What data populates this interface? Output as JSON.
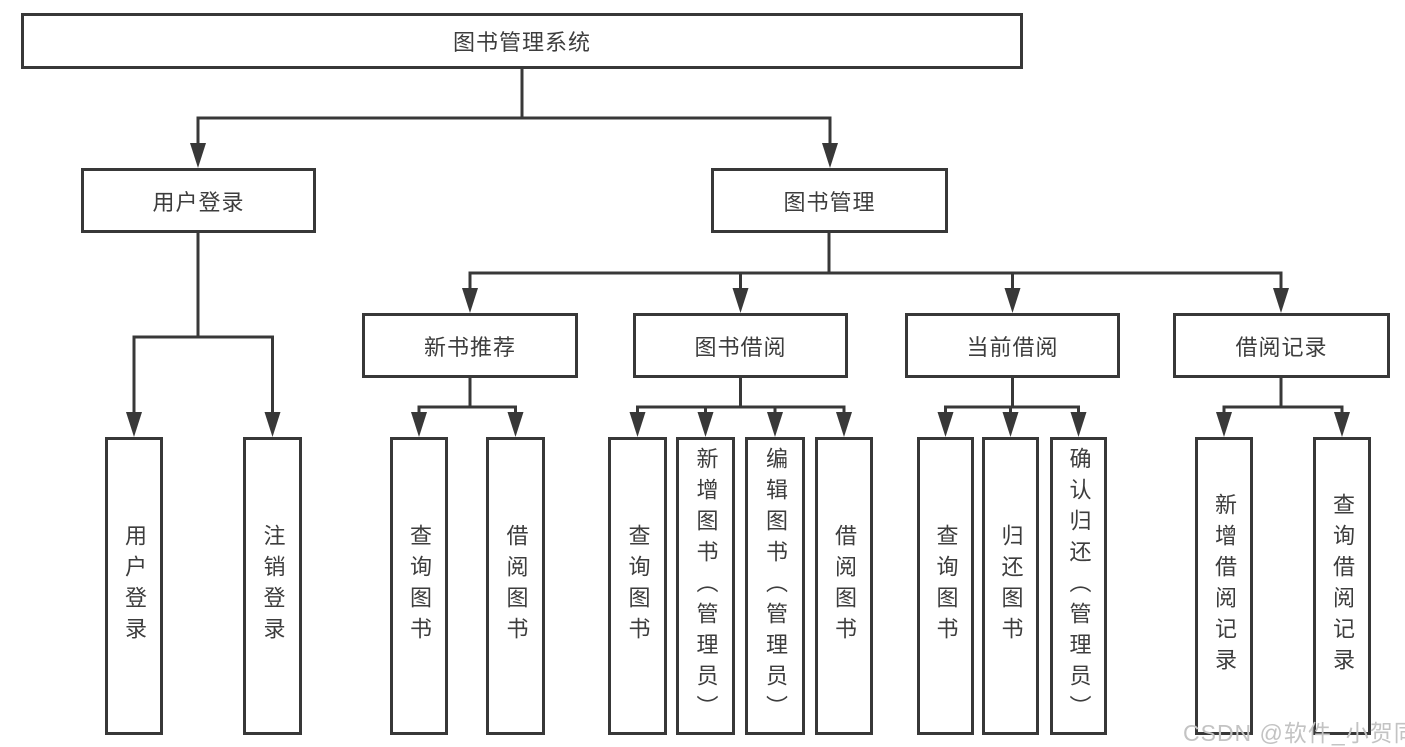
{
  "diagram": {
    "root": {
      "label": "图书管理系统"
    },
    "children": [
      {
        "label": "用户登录",
        "leaves": [
          {
            "label": "用户登录"
          },
          {
            "label": "注销登录"
          }
        ]
      },
      {
        "label": "图书管理",
        "children": [
          {
            "label": "新书推荐",
            "leaves": [
              {
                "label": "查询图书"
              },
              {
                "label": "借阅图书"
              }
            ]
          },
          {
            "label": "图书借阅",
            "leaves": [
              {
                "label": "查询图书"
              },
              {
                "label": "新增图书（管理员）"
              },
              {
                "label": "编辑图书（管理员）"
              },
              {
                "label": "借阅图书"
              }
            ]
          },
          {
            "label": "当前借阅",
            "leaves": [
              {
                "label": "查询图书"
              },
              {
                "label": "归还图书"
              },
              {
                "label": "确认归还（管理员）"
              }
            ]
          },
          {
            "label": "借阅记录",
            "leaves": [
              {
                "label": "新增借阅记录"
              },
              {
                "label": "查询借阅记录"
              }
            ]
          }
        ]
      }
    ]
  },
  "watermark": {
    "text": "CSDN @软件_小贺同学"
  },
  "colors": {
    "line": "#383838",
    "text": "#3d3d3d",
    "background": "#ffffff",
    "watermark": "#c3c3c3"
  }
}
